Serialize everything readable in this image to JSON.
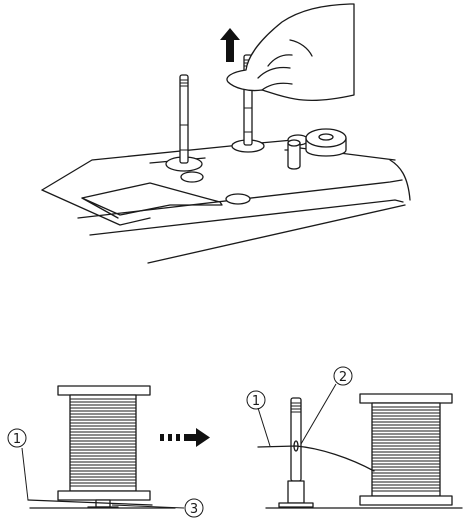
{
  "callouts": {
    "left_label_1": "1",
    "left_label_3": "3",
    "right_label_1": "1",
    "right_label_2": "2"
  }
}
